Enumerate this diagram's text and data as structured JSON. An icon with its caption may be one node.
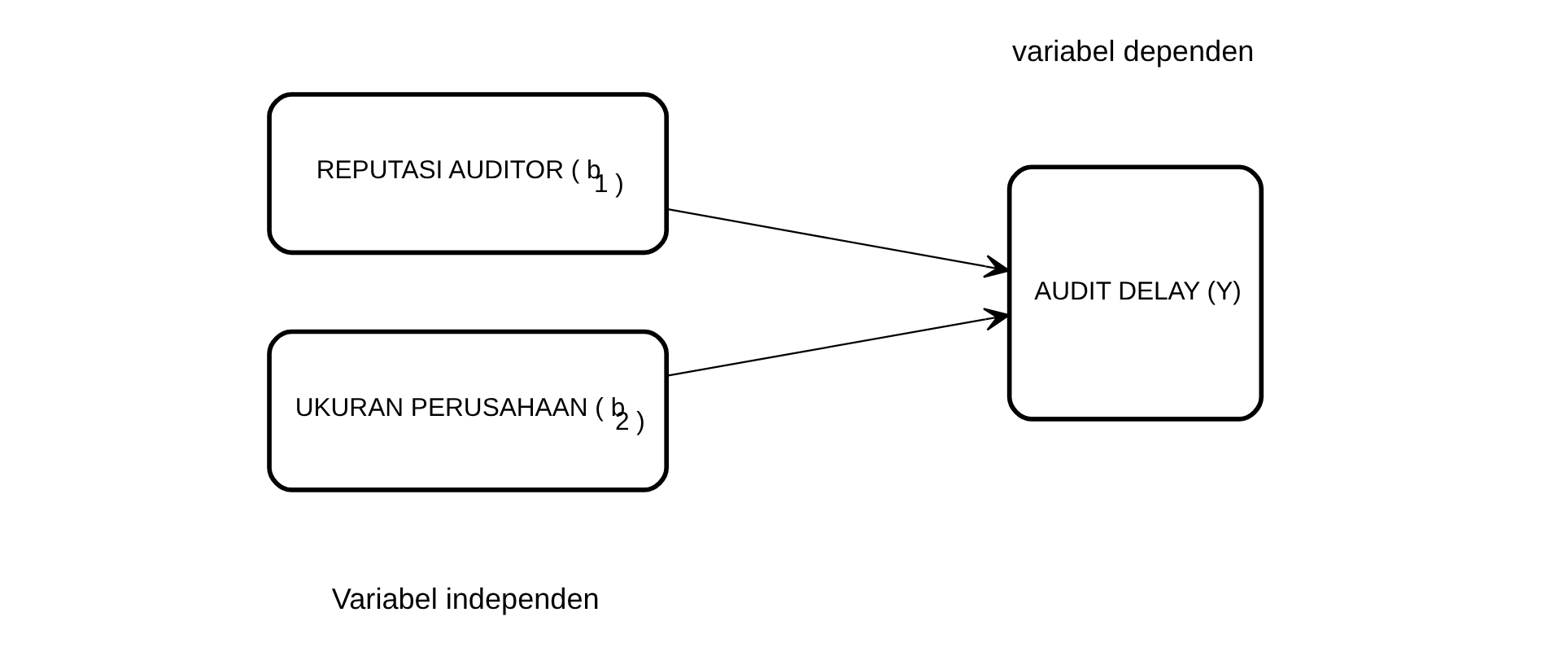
{
  "diagram": {
    "nodes": [
      {
        "text": [
          "REPUTASI AUDITOR ( b$_{1 )}$"
        ]
      },
      {
        "text": [
          "UKURAN PERUSAHAAN ( b$_{2 )}$"
        ]
      },
      {
        "text": [
          "AUDIT DELAY (Y)"
        ]
      }
    ],
    "edges": [
      {
        "from": 0,
        "to": 2,
        "arrow": "to"
      },
      {
        "from": 1,
        "to": 2,
        "arrow": "to"
      }
    ],
    "labels": [
      "Variabel independen",
      "variabel dependen"
    ]
  }
}
